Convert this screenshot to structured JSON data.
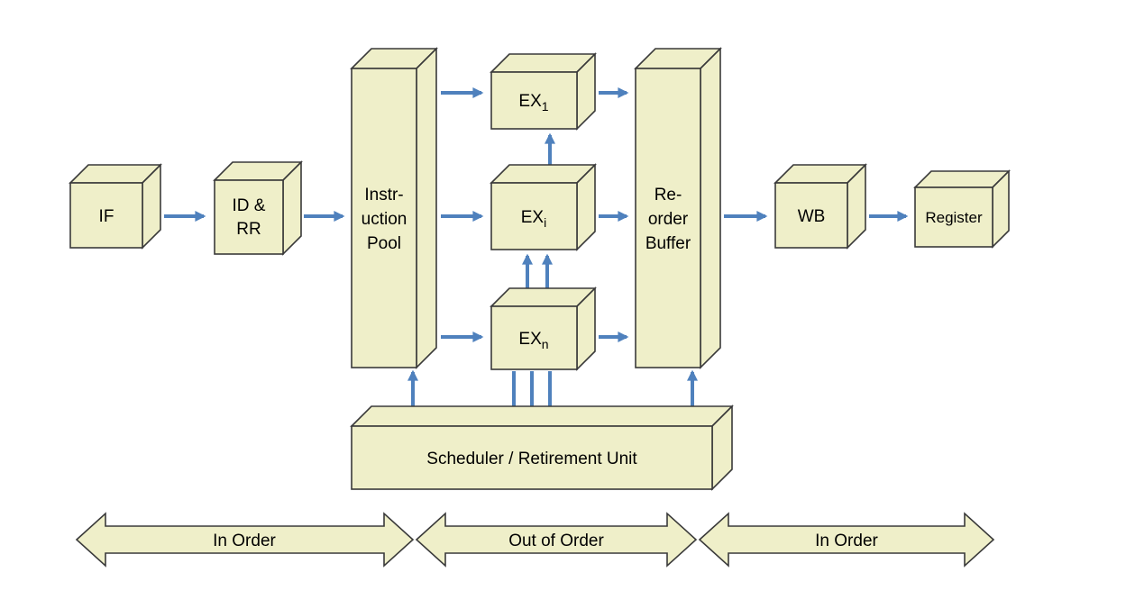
{
  "diagram": {
    "type": "cpu-pipeline-block-diagram"
  },
  "boxes": {
    "if": {
      "label": "IF"
    },
    "id_rr": {
      "line1": "ID &",
      "line2": "RR"
    },
    "instruction_pool": {
      "line1": "Instr-",
      "line2": "uction",
      "line3": "Pool"
    },
    "ex_1": {
      "base": "EX",
      "sub": "1"
    },
    "ex_i": {
      "base": "EX",
      "sub": "i"
    },
    "ex_n": {
      "base": "EX",
      "sub": "n"
    },
    "reorder_buffer": {
      "line1": "Re-",
      "line2": "order",
      "line3": "Buffer"
    },
    "wb": {
      "label": "WB"
    },
    "register": {
      "label": "Register"
    },
    "scheduler": {
      "label": "Scheduler / Retirement Unit"
    }
  },
  "banners": {
    "left": "In Order",
    "middle": "Out of Order",
    "right": "In Order"
  },
  "colors": {
    "box_fill": "#EFEFC9",
    "box_stroke": "#3A3A3A",
    "arrow_blue": "#4F81BD",
    "text": "#000000",
    "background": "#FFFFFF"
  }
}
